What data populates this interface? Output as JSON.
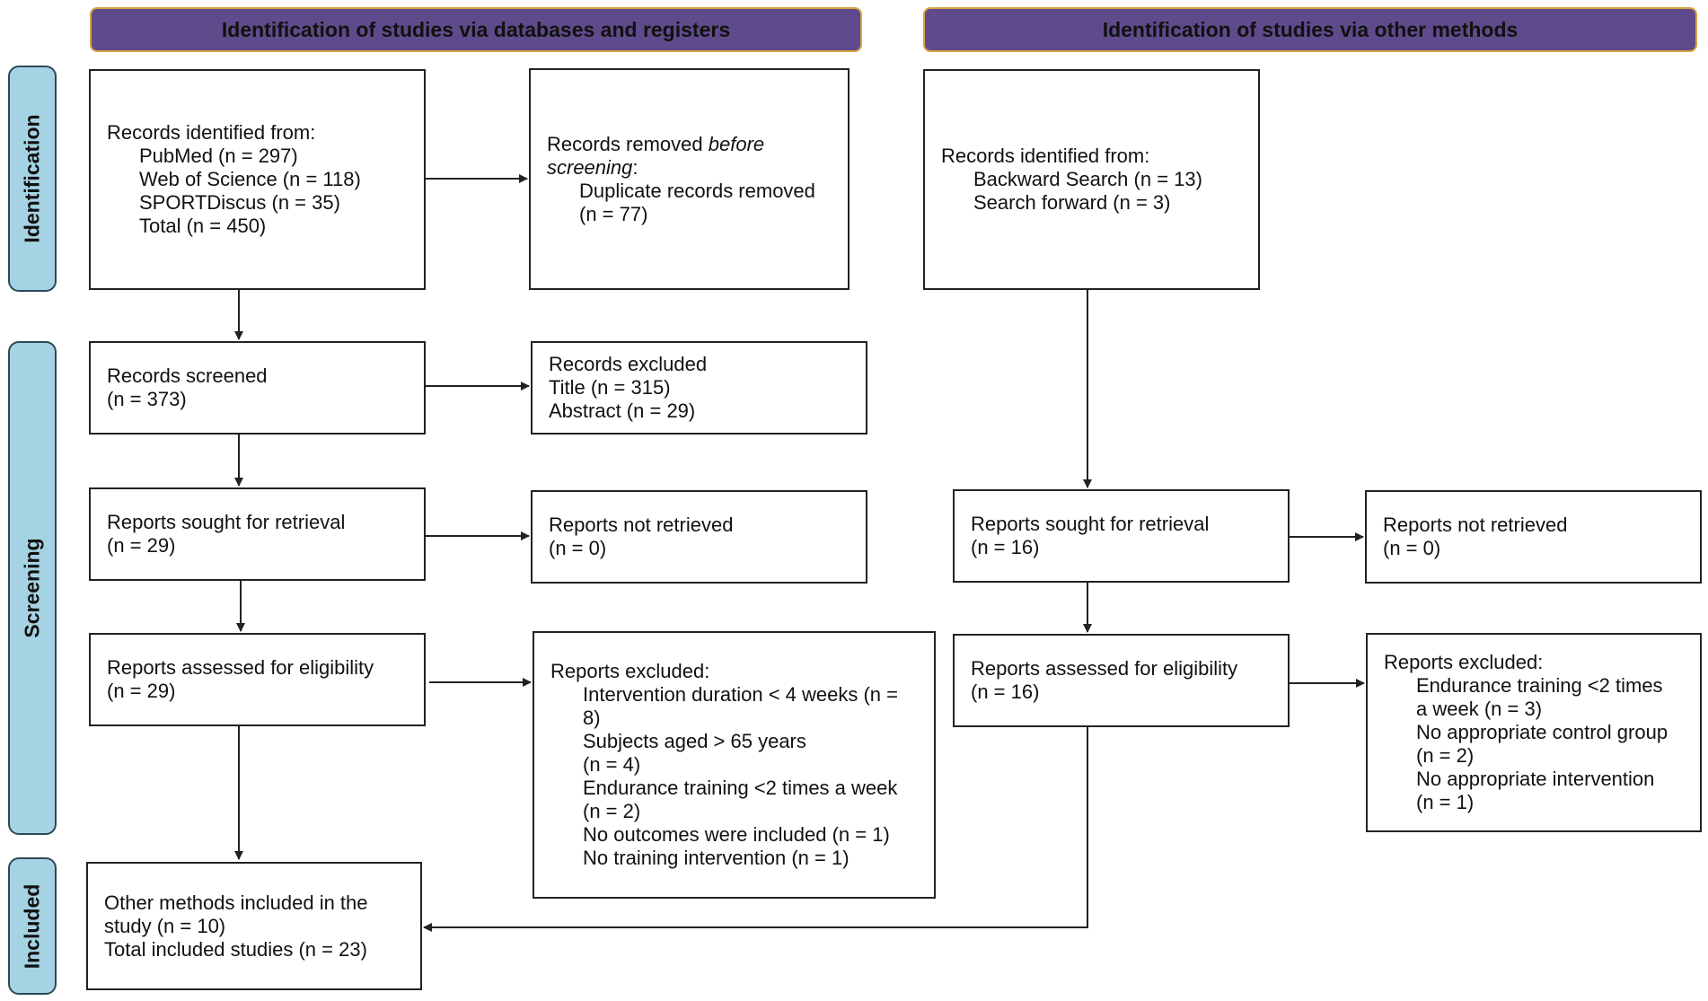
{
  "headers": {
    "databases": "Identification of studies via databases and registers",
    "other": "Identification of studies via other methods"
  },
  "phases": {
    "identification": "Identification",
    "screening": "Screening",
    "included": "Included"
  },
  "db": {
    "records_identified": {
      "title": "Records identified from:",
      "lines": [
        "PubMed (n = 297)",
        "Web of Science (n = 118)",
        "SPORTDiscus (n = 35)",
        "Total (n = 450)"
      ]
    },
    "records_removed": {
      "title_a": "Records removed ",
      "title_b": "before",
      "title_c": "screening",
      "title_d": ":",
      "lines": [
        "Duplicate records removed",
        "(n = 77)"
      ]
    },
    "records_screened": {
      "title": "Records screened",
      "count": "(n = 373)"
    },
    "records_excluded": {
      "title": "Records excluded",
      "lines": [
        "Title (n = 315)",
        "Abstract (n = 29)"
      ]
    },
    "reports_sought": {
      "title": "Reports sought for retrieval",
      "count": "(n = 29)"
    },
    "reports_not_retrieved": {
      "title": "Reports not retrieved",
      "count": "(n = 0)"
    },
    "reports_assessed": {
      "title": "Reports assessed for eligibility",
      "count": "(n = 29)"
    },
    "reports_excluded": {
      "title": "Reports excluded:",
      "lines": [
        "Intervention duration < 4 weeks (n =",
        "8)",
        "Subjects aged  > 65 years",
        "(n = 4)",
        "Endurance training <2 times a week",
        "(n = 2)",
        "No outcomes were included (n = 1)",
        "No training intervention (n = 1)"
      ]
    },
    "included": {
      "lines": [
        "Other methods included in the",
        "study (n = 10)",
        "Total included studies (n = 23)"
      ]
    }
  },
  "other": {
    "records_identified": {
      "title": "Records identified from:",
      "lines": [
        "Backward Search (n = 13)",
        "Search forward (n = 3)"
      ]
    },
    "reports_sought": {
      "title": "Reports sought for retrieval",
      "count": "(n = 16)"
    },
    "reports_not_retrieved": {
      "title": "Reports not retrieved",
      "count": "(n = 0)"
    },
    "reports_assessed": {
      "title": "Reports assessed for eligibility",
      "count": "(n = 16)"
    },
    "reports_excluded": {
      "title": "Reports excluded:",
      "lines": [
        "Endurance training <2 times",
        "a week (n = 3)",
        "No appropriate control group",
        "(n = 2)",
        "No appropriate intervention",
        "(n = 1)"
      ]
    }
  },
  "colors": {
    "header_bg": "#5f4b8b",
    "header_border": "#d9a441",
    "phase_bg": "#a6d3e3",
    "phase_border": "#2b4a58",
    "line": "#222222"
  }
}
